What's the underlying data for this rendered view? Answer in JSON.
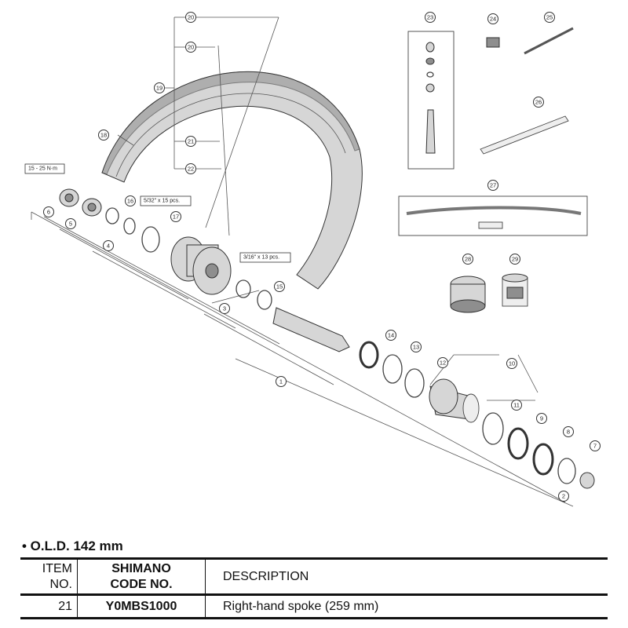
{
  "diagram": {
    "callouts": [
      {
        "id": "c1",
        "label": "1"
      },
      {
        "id": "c2",
        "label": "2"
      },
      {
        "id": "c3",
        "label": "3"
      },
      {
        "id": "c4",
        "label": "4"
      },
      {
        "id": "c5",
        "label": "5"
      },
      {
        "id": "c6",
        "label": "6"
      },
      {
        "id": "c7",
        "label": "7"
      },
      {
        "id": "c8",
        "label": "8"
      },
      {
        "id": "c9",
        "label": "9"
      },
      {
        "id": "c10",
        "label": "10"
      },
      {
        "id": "c11",
        "label": "11"
      },
      {
        "id": "c12",
        "label": "12"
      },
      {
        "id": "c13",
        "label": "13"
      },
      {
        "id": "c14",
        "label": "14"
      },
      {
        "id": "c15",
        "label": "15"
      },
      {
        "id": "c16",
        "label": "16"
      },
      {
        "id": "c17",
        "label": "17"
      },
      {
        "id": "c18",
        "label": "18"
      },
      {
        "id": "c19",
        "label": "19"
      },
      {
        "id": "c20",
        "label": "20"
      },
      {
        "id": "c20b",
        "label": "20"
      },
      {
        "id": "c21",
        "label": "21"
      },
      {
        "id": "c22",
        "label": "22"
      },
      {
        "id": "c23",
        "label": "23"
      },
      {
        "id": "c24",
        "label": "24"
      },
      {
        "id": "c25",
        "label": "25"
      },
      {
        "id": "c26",
        "label": "26"
      },
      {
        "id": "c27",
        "label": "27"
      },
      {
        "id": "c28",
        "label": "28"
      },
      {
        "id": "c29",
        "label": "29"
      }
    ],
    "torque_label": "15 - 25 N·m",
    "bearing_labels": {
      "left": "5/32\" x 15 pcs.",
      "right": "3/16\" x 13 pcs."
    }
  },
  "spec": {
    "old_label": "• O.L.D. 142 mm"
  },
  "table": {
    "headers": {
      "item_line1": "ITEM",
      "item_line2": "NO.",
      "code_line1": "SHIMANO",
      "code_line2": "CODE NO.",
      "description": "DESCRIPTION"
    },
    "rows": [
      {
        "item": "21",
        "code": "Y0MBS1000",
        "description": "Right-hand spoke (259 mm)"
      }
    ]
  },
  "colors": {
    "rim": "#c8c8c8",
    "rim_dark": "#8e8e8e",
    "line": "#555555",
    "rule": "#111111"
  }
}
